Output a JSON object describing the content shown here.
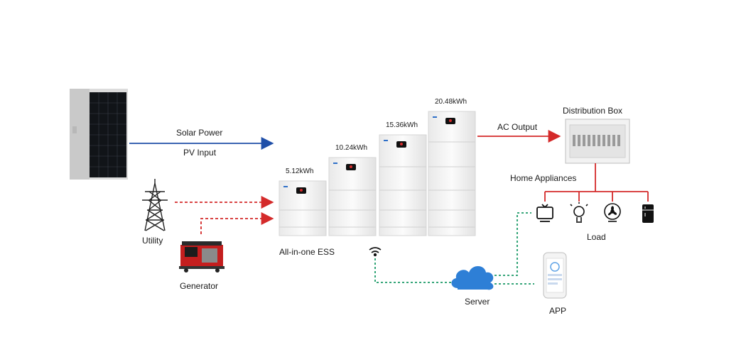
{
  "colors": {
    "solar_line": "#1f4fa8",
    "ac_line": "#d42a2a",
    "network_line": "#1b9a68",
    "battery_body": "#f4f4f4",
    "cloud": "#2e7fd6"
  },
  "nodes": {
    "solar_panel_label_top": "Solar Power",
    "solar_panel_label_bottom": "PV Input",
    "utility": "Utility",
    "generator": "Generator",
    "ess_title": "All-in-one ESS",
    "batteries": [
      "5.12kWh",
      "10.24kWh",
      "15.36kWh",
      "20.48kWh"
    ],
    "ac_output": "AC Output",
    "distribution_box": "Distribution Box",
    "home_appliances": "Home Appliances",
    "load": "Load",
    "server": "Server",
    "app": "APP"
  },
  "icons": {
    "solar": "solar-panel-icon",
    "utility": "power-tower-icon",
    "generator": "generator-icon",
    "wifi": "wifi-icon",
    "cloud": "cloud-icon",
    "phone": "phone-icon",
    "appliances": [
      "tv-icon",
      "lightbulb-icon",
      "fan-icon",
      "fridge-icon"
    ]
  }
}
